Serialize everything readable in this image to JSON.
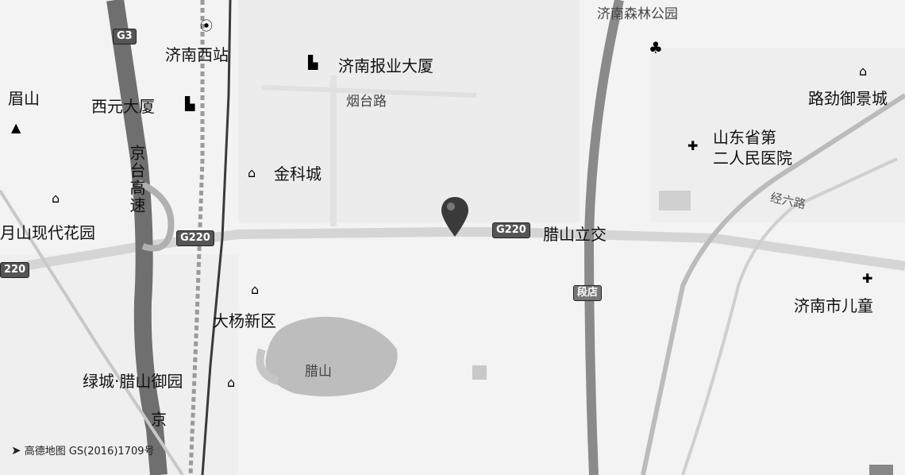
{
  "map": {
    "labels": {
      "jinan_west_station": "济南西站",
      "jinan_baoye_tower": "济南报业大厦",
      "yantai_road": "烟台路",
      "mei_shan": "眉山",
      "xiyuan_tower": "西元大厦",
      "jinke_city": "金科城",
      "jingtai_highway": "京台高速",
      "lashan_garden": "月山现代花园",
      "lashan_interchange": "腊山立交",
      "dayang_district": "大杨新区",
      "lashan": "腊山",
      "lvcheng_garden": "绿城·腊山御园",
      "jing_partial": "京",
      "shandong_hospital_line1": "山东省第",
      "shandong_hospital_line2": "二人民医院",
      "lujin_yujing": "路劲御景城",
      "jingliu_road": "经六路",
      "duandian": "段店",
      "children_hospital": "济南市儿童",
      "forest_park": "济南森林公园"
    },
    "shields": {
      "g3": "G3",
      "g220_left": "G220",
      "g220_mid": "G220",
      "g220_edge": "220"
    },
    "copyright": "高德地图 GS(2016)1709号",
    "icons": {
      "station": "train-station-icon",
      "building": "building-icon",
      "residential": "residential-icon",
      "hospital": "hospital-icon",
      "park": "tree-icon",
      "marker": "location-pin-icon",
      "logo": "map-logo-icon"
    },
    "colors": {
      "highway": "#6e6e6e",
      "road": "#d8d8d8",
      "water": "#bcbcbc",
      "pin": "#3a3a3a"
    }
  }
}
